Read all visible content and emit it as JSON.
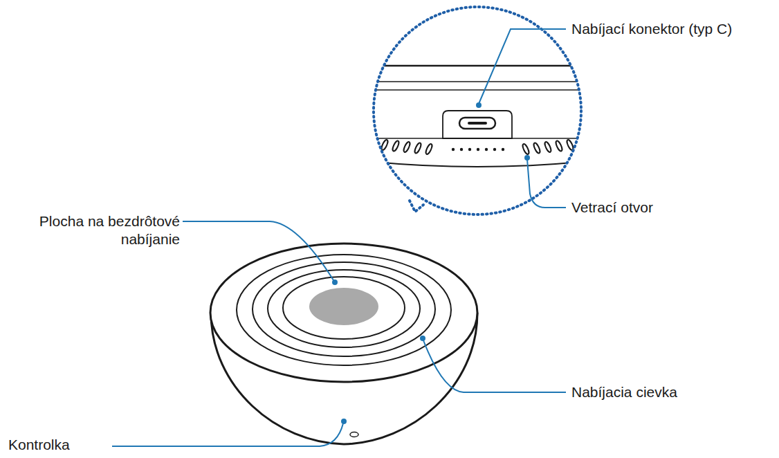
{
  "diagram": {
    "labels": [
      "Nabíjací konektor (typ C)",
      "Plocha na bezdrôtové nabíjanie",
      "Vetrací otvor",
      "Nabíjacia cievka",
      "Kontrolka"
    ]
  }
}
